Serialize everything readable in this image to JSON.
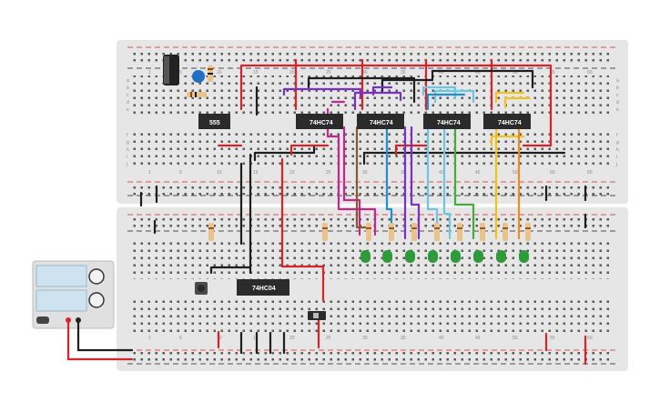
{
  "colors": {
    "board": "#e6e6e6",
    "rail_red": "#d8232a",
    "rail_black": "#222222",
    "hole": "#3a3a3a",
    "chip": "#2b2b2b",
    "led": "#2e9b3a",
    "wire_red": "#d8232a",
    "wire_black": "#1e1e1e",
    "wire_purple": "#7b2fc4",
    "wire_magenta": "#c2268f",
    "wire_blue": "#1e8fcf",
    "wire_lightblue": "#6cc7e6",
    "wire_green": "#3fae3a",
    "wire_yellow": "#f2c21b",
    "wire_orange": "#f08a1c",
    "wire_brown": "#8b5a2b",
    "wire_gray": "#8a8a8a"
  },
  "chips": {
    "timer": "555",
    "ff1": "74HC74",
    "ff2": "74HC74",
    "ff3": "74HC74",
    "ff4": "74HC74",
    "inverter": "74HC04"
  },
  "column_numbers": [
    "1",
    "5",
    "10",
    "15",
    "20",
    "25",
    "30",
    "35",
    "40",
    "45",
    "50",
    "55",
    "60"
  ],
  "row_letters_top": [
    "a",
    "b",
    "c",
    "d",
    "e"
  ],
  "row_letters_bottom": [
    "f",
    "g",
    "h",
    "i",
    "j"
  ],
  "power_supply": {
    "icons": [
      "display-icon",
      "knob-icon",
      "power-button-icon"
    ]
  }
}
